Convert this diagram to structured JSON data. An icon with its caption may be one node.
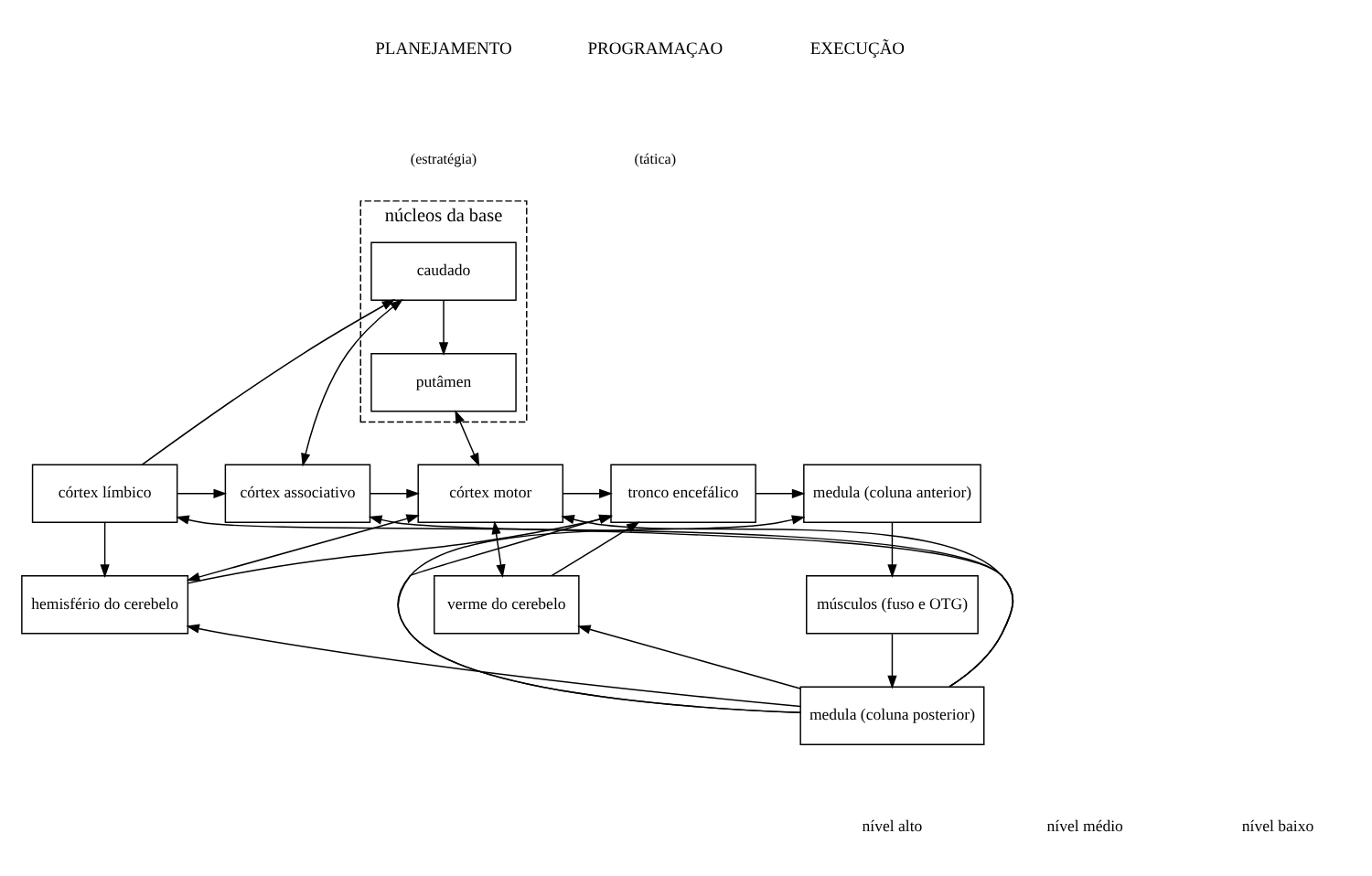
{
  "diagram": {
    "nodes": [
      {
        "text": [
          "núcleos da base"
        ]
      },
      {
        "text": [
          "caudado"
        ],
        "in": 0
      },
      {
        "text": [
          "putâmen"
        ],
        "in": 0
      },
      {
        "text": [
          "córtex límbico"
        ]
      },
      {
        "text": [
          "córtex associativo"
        ]
      },
      {
        "text": [
          "córtex motor"
        ]
      },
      {
        "text": [
          "tronco encefálico"
        ]
      },
      {
        "text": [
          "medula (coluna anterior)"
        ]
      },
      {
        "text": [
          "músculos (fuso e OTG)"
        ]
      },
      {
        "text": [
          "medula (coluna posterior)"
        ]
      },
      {
        "text": [
          "hemisfério do cerebelo"
        ]
      },
      {
        "text": [
          "verme do cerebelo"
        ]
      }
    ],
    "edges": [
      {
        "from": 3,
        "to": 1,
        "arrow": "to"
      },
      {
        "from": 1,
        "to": 2,
        "arrow": "to"
      },
      {
        "from": 1,
        "to": 4,
        "arrow": "both"
      },
      {
        "from": 2,
        "to": 5,
        "arrow": "both"
      },
      {
        "from": 3,
        "to": 4,
        "arrow": "to"
      },
      {
        "from": 4,
        "to": 5,
        "arrow": "to"
      },
      {
        "from": 5,
        "to": 6,
        "arrow": "to"
      },
      {
        "from": 6,
        "to": 7,
        "arrow": "to"
      },
      {
        "from": 7,
        "to": 8,
        "arrow": "to"
      },
      {
        "from": 8,
        "to": 9,
        "arrow": "to"
      },
      {
        "from": 9,
        "to": 7,
        "arrow": "to"
      },
      {
        "from": 3,
        "to": 10,
        "arrow": "to"
      },
      {
        "from": 5,
        "to": 10,
        "arrow": "both"
      },
      {
        "from": 5,
        "to": 11,
        "arrow": "both"
      },
      {
        "from": 10,
        "to": 6,
        "arrow": "to"
      },
      {
        "from": 11,
        "to": 6,
        "arrow": "to"
      },
      {
        "from": 9,
        "to": 6,
        "arrow": "to"
      },
      {
        "from": 9,
        "to": 11,
        "arrow": "to"
      },
      {
        "from": 9,
        "to": 5,
        "arrow": "to"
      },
      {
        "from": 9,
        "to": 10,
        "arrow": "to"
      },
      {
        "from": 9,
        "to": 4,
        "arrow": "to"
      },
      {
        "from": 9,
        "to": 3,
        "arrow": "to"
      }
    ],
    "labels": [
      "PLANEJAMENTO",
      "(estratégia)",
      "PROGRAMAÇAO",
      "(tática)",
      "EXECUÇÃO",
      "nível alto",
      "nível médio",
      "nível baixo"
    ]
  }
}
